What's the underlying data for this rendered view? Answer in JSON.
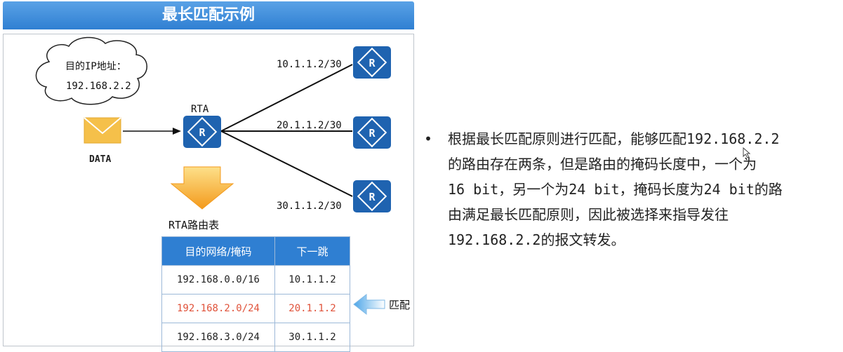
{
  "slide": {
    "title": "最长匹配示例",
    "cloud_line1": "目的IP地址：",
    "cloud_line2": "192.168.2.2",
    "packet_label": "DATA",
    "router_label": "RTA",
    "next_hops": [
      "10.1.1.2/30",
      "20.1.1.2/30",
      "30.1.1.2/30"
    ],
    "table_title": "RTA路由表",
    "match_label": "匹配"
  },
  "route_table": {
    "headers": [
      "目的网络/掩码",
      "下一跳"
    ],
    "rows": [
      {
        "dest": "192.168.0.0/16",
        "hop": "10.1.1.2"
      },
      {
        "dest": "192.168.2.0/24",
        "hop": "20.1.1.2"
      },
      {
        "dest": "192.168.3.0/24",
        "hop": "30.1.1.2"
      }
    ]
  },
  "explanation": {
    "bullet": "•",
    "lines": [
      "根据最长匹配原则进行匹配，能够匹配192.168.2.2",
      "的路由存在两条，但是路由的掩码长度中，一个为",
      "16 bit，另一个为24 bit，掩码长度为24 bit的路",
      "由满足最长匹配原则，因此被选择来指导发往",
      "192.168.2.2的报文转发。"
    ]
  },
  "colors": {
    "title_blue": "#2f7fd2",
    "router_blue": "#1f63b0",
    "match_red": "#e0523a",
    "envelope": "#f5c04a",
    "arrow_orange": "#f6a623"
  },
  "icons": [
    "router-icon",
    "envelope-icon",
    "down-arrow-icon",
    "left-arrow-icon",
    "cursor-icon"
  ]
}
